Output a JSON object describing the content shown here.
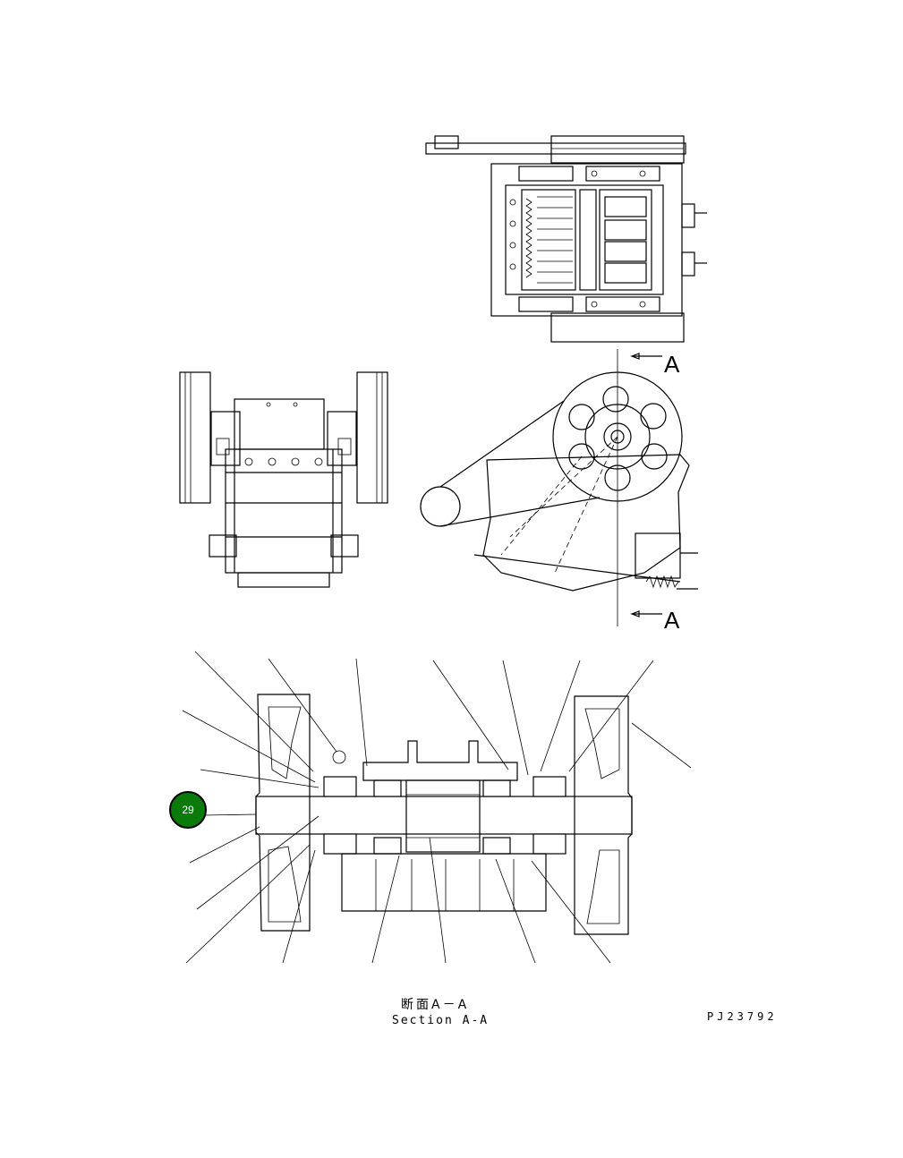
{
  "section_marker": "A",
  "caption": {
    "japanese": "断面A－A",
    "english": "Section A-A"
  },
  "drawing_code": "PJ23792",
  "callouts": [
    {
      "label": "29",
      "color": "#0a7a0a"
    }
  ]
}
